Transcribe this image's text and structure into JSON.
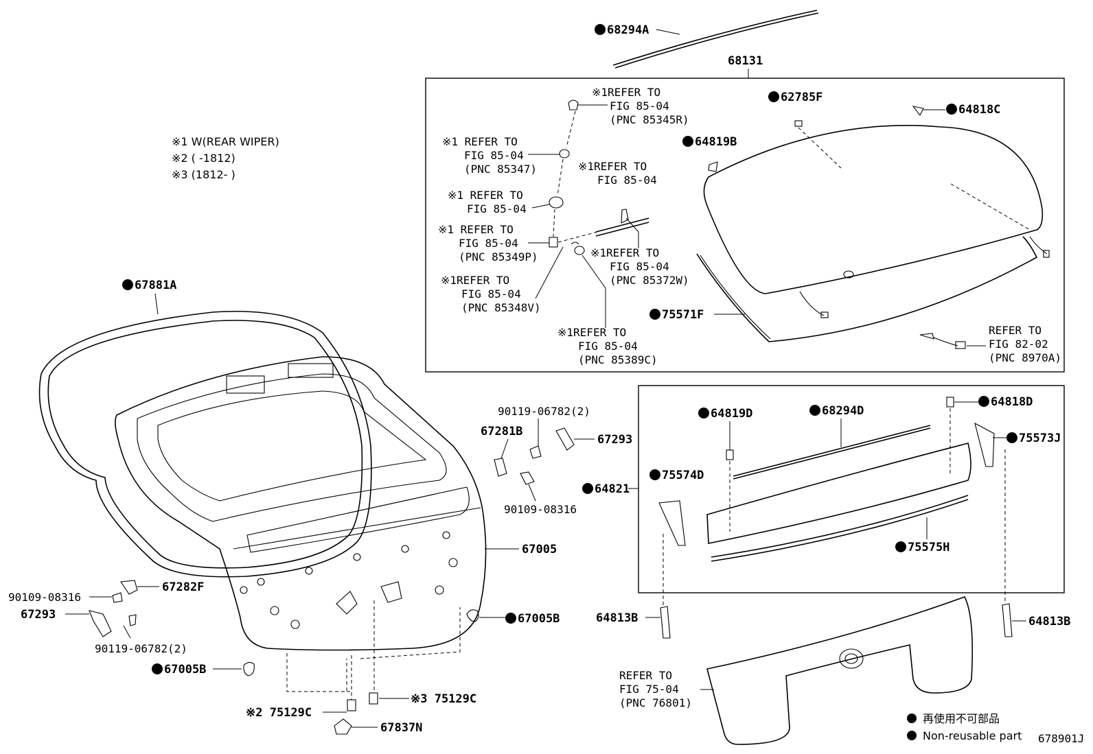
{
  "notes": {
    "n1": "※1 W(REAR WIPER)",
    "n2": "※2 (      -1812)",
    "n3": "※3 (1812-      )"
  },
  "box_top": {
    "title": "68131"
  },
  "labels": {
    "l68294A": "68294A",
    "l62785F": "62785F",
    "l64818C": "64818C",
    "l64819B": "64819B",
    "l75571F": "75571F",
    "l67881A": "67881A",
    "l67005": "67005",
    "l67282F": "67282F",
    "l67293a": "67293",
    "l67293b": "67293",
    "l90109a": "90109-08316",
    "l90109b": "90109-08316",
    "l90119a": "90119-06782(2)",
    "l90119b": "90119-06782(2)",
    "l67281B": "67281B",
    "l67005Ba": "67005B",
    "l67005Bb": "67005B",
    "l75129Ca": "※2 75129C",
    "l75129Cb": "※3 75129C",
    "l67837N": "67837N",
    "l64819D": "64819D",
    "l68294D": "68294D",
    "l64818D": "64818D",
    "l75573J": "75573J",
    "l64821": "64821",
    "l75574D": "75574D",
    "l75575H": "75575H",
    "l64813Ba": "64813B",
    "l64813Bb": "64813B"
  },
  "refs": {
    "r1": [
      "※1REFER TO",
      "FIG 85-04",
      "(PNC 85345R)"
    ],
    "r2": [
      "※1 REFER TO",
      "FIG 85-04",
      "(PNC 85347)"
    ],
    "r3": [
      "※1REFER TO",
      "FIG 85-04"
    ],
    "r4": [
      "※1 REFER TO",
      "FIG 85-04"
    ],
    "r5": [
      "※1 REFER TO",
      "FIG 85-04",
      "(PNC 85349P)"
    ],
    "r6": [
      "※1REFER TO",
      "FIG 85-04",
      "(PNC 85372W)"
    ],
    "r7": [
      "※1REFER TO",
      "FIG 85-04",
      "(PNC 85348V)"
    ],
    "r8": [
      "※1REFER TO",
      "FIG 85-04",
      "(PNC 85389C)"
    ],
    "r9": [
      "REFER TO",
      "FIG 82-02",
      "(PNC 8970A)"
    ],
    "r10": [
      "REFER TO",
      "FIG 75-04",
      "(PNC 76801)"
    ]
  },
  "legend": {
    "jp": "再使用不可部品",
    "en": "Non-reusable part"
  },
  "diagram_id": "678901J"
}
